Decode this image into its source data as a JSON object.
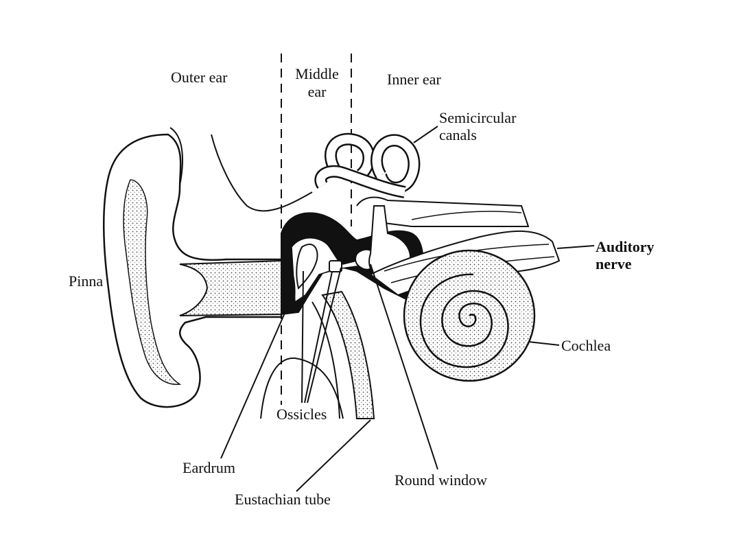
{
  "labels": {
    "outer_ear": "Outer ear",
    "middle_ear_1": "Middle",
    "middle_ear_2": "ear",
    "inner_ear": "Inner ear",
    "semicircular_1": "Semicircular",
    "semicircular_2": "canals",
    "auditory_1": "Auditory",
    "auditory_2": "nerve",
    "pinna": "Pinna",
    "cochlea": "Cochlea",
    "ossicles": "Ossicles",
    "eardrum": "Eardrum",
    "round_window": "Round window",
    "eustachian_tube": "Eustachian tube"
  },
  "colors": {
    "ink": "#111111",
    "cochlea_fill": "#bdbdbd",
    "background": "#ffffff"
  }
}
